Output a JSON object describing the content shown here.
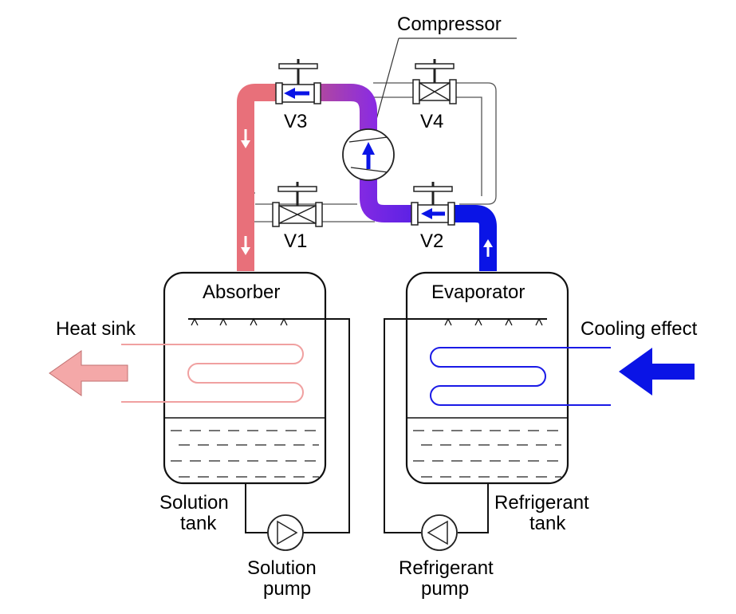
{
  "labels": {
    "compressor": "Compressor",
    "v1": "V1",
    "v2": "V2",
    "v3": "V3",
    "v4": "V4",
    "absorber": "Absorber",
    "evaporator": "Evaporator",
    "heat_sink": "Heat sink",
    "cooling_effect": "Cooling effect",
    "solution_tank_1": "Solution",
    "solution_tank_2": "tank",
    "refrigerant_tank_1": "Refrigerant",
    "refrigerant_tank_2": "tank",
    "solution_pump_1": "Solution",
    "solution_pump_2": "pump",
    "refrigerant_pump_1": "Refrigerant",
    "refrigerant_pump_2": "pump"
  },
  "colors": {
    "hot_pipe": "#e8707a",
    "mid_pipe": "#8a2be2",
    "cold_pipe": "#0a14e6",
    "heat_sink_arrow": "#f4a8a8",
    "heat_sink_coil": "#f0a0a0",
    "cooling_arrow": "#0a14e6",
    "cooling_coil": "#1a1ae6",
    "flow_arrow": "#0a14e6"
  }
}
